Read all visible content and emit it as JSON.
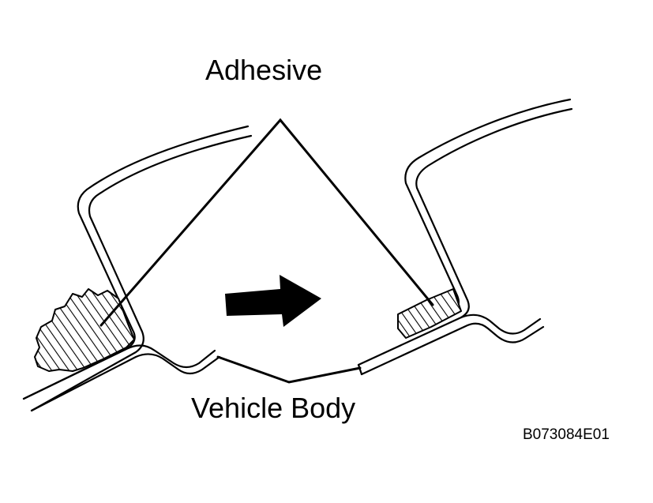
{
  "labels": {
    "adhesive": "Adhesive",
    "vehicle_body": "Vehicle Body",
    "figure_code": "B073084E01"
  },
  "colors": {
    "ink": "#000000",
    "background": "#ffffff"
  },
  "icons": {
    "direction": "right-arrow-icon"
  }
}
